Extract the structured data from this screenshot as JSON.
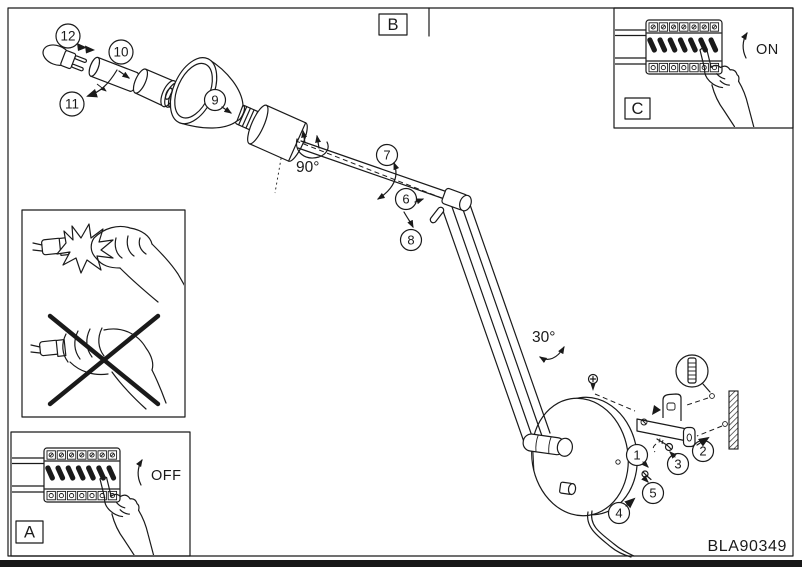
{
  "colors": {
    "ink": "#1a1a1a",
    "paper": "#ffffff",
    "muted_code": "#a6a6a6",
    "footer_bar": "#181818"
  },
  "labels": {
    "detail_a": "A",
    "detail_b": "B",
    "detail_c": "C"
  },
  "switch": {
    "on": "ON",
    "off": "OFF"
  },
  "angles": {
    "shade_rotation": "90°",
    "arm_rotation": "30°"
  },
  "callouts": {
    "c1": "1",
    "c2": "2",
    "c3": "3",
    "c4": "4",
    "c5": "5",
    "c6": "6",
    "c7": "7",
    "c8": "8",
    "c9": "9",
    "c10": "10",
    "c11": "11",
    "c12": "12"
  },
  "footer": {
    "model_code": "BLA90349"
  }
}
